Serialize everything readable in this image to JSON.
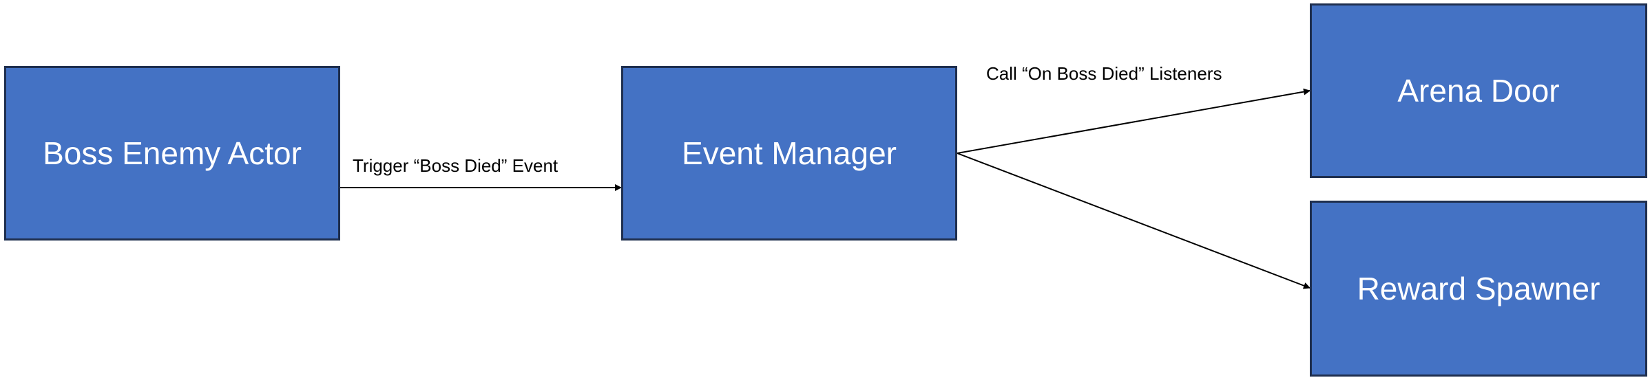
{
  "nodes": {
    "boss_enemy_actor": "Boss Enemy Actor",
    "event_manager": "Event Manager",
    "arena_door": "Arena Door",
    "reward_spawner": "Reward Spawner"
  },
  "edges": {
    "trigger_label": "Trigger “Boss Died” Event",
    "call_listeners_label": "Call “On Boss Died” Listeners"
  },
  "colors": {
    "node_fill": "#4472C4",
    "node_border": "#1F2F4F",
    "node_text": "#FFFFFF",
    "edge": "#000000"
  }
}
